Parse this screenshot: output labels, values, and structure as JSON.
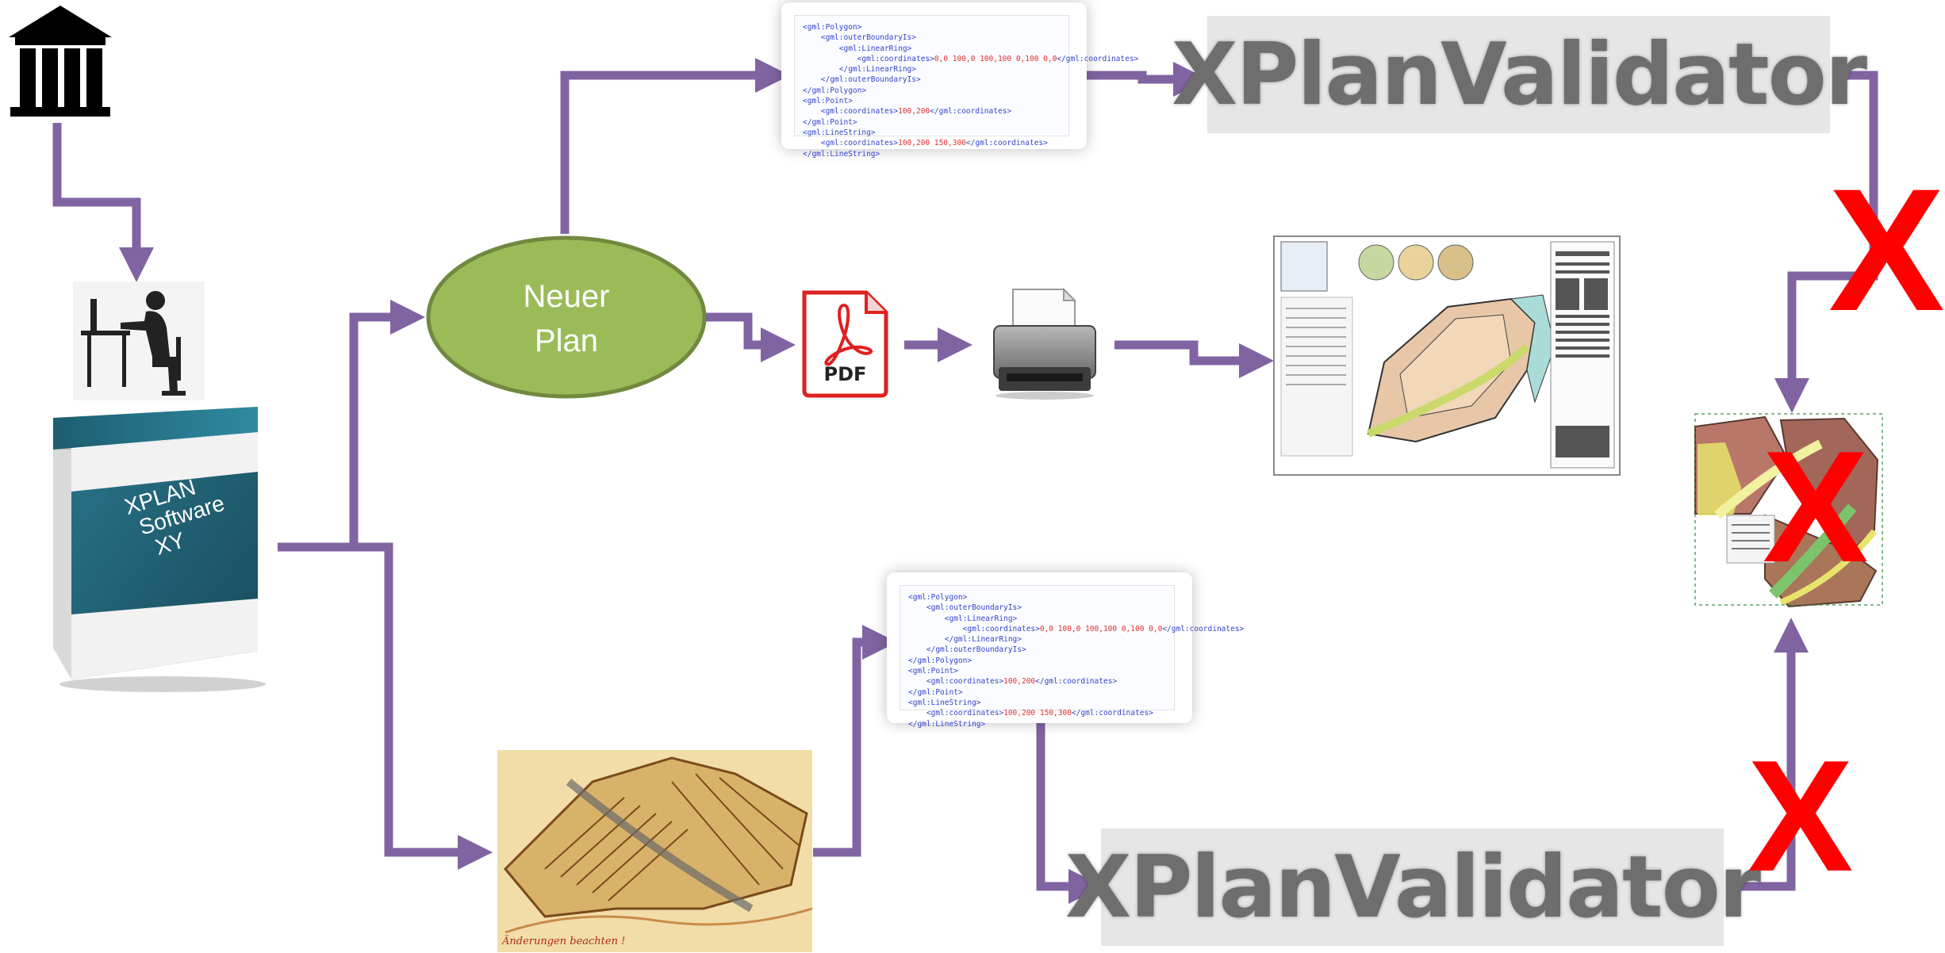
{
  "software_box": {
    "label_line1": "XPLAN",
    "label_line2": "Software",
    "label_line3": "XY"
  },
  "new_plan": {
    "label_line1": "Neuer",
    "label_line2": "Plan"
  },
  "pdf_icon": {
    "label": "PDF"
  },
  "xml_snippet": {
    "lines": [
      "<gml:Polygon>",
      "    <gml:outerBoundaryIs>",
      "        <gml:LinearRing>",
      "            <gml:coordinates>|0,0 100,0 100,100 0,100 0,0|</gml:coordinates>",
      "        </gml:LinearRing>",
      "    </gml:outerBoundaryIs>",
      "</gml:Polygon>",
      "<gml:Point>",
      "    <gml:coordinates>|100,200|</gml:coordinates>",
      "</gml:Point>",
      "<gml:LineString>",
      "    <gml:coordinates>|100,200 150,300|</gml:coordinates>",
      "</gml:LineString>"
    ]
  },
  "validator_top": {
    "label": "XPlanValidator"
  },
  "validator_bottom": {
    "label": "XPlanValidator"
  },
  "old_map": {
    "caption": "Änderungen  beachten !"
  },
  "reject_mark": "X",
  "colors": {
    "connector": "#8064a2",
    "ellipse_fill": "#9bbb59",
    "ellipse_stroke": "#71893f",
    "reject": "#ff0000",
    "pdf_red": "#e02020",
    "box_teal": "#1f5f73"
  },
  "icons": {
    "authority": "building-icon",
    "user": "user-at-computer-icon",
    "printer": "printer-icon",
    "pdf": "pdf-icon"
  }
}
